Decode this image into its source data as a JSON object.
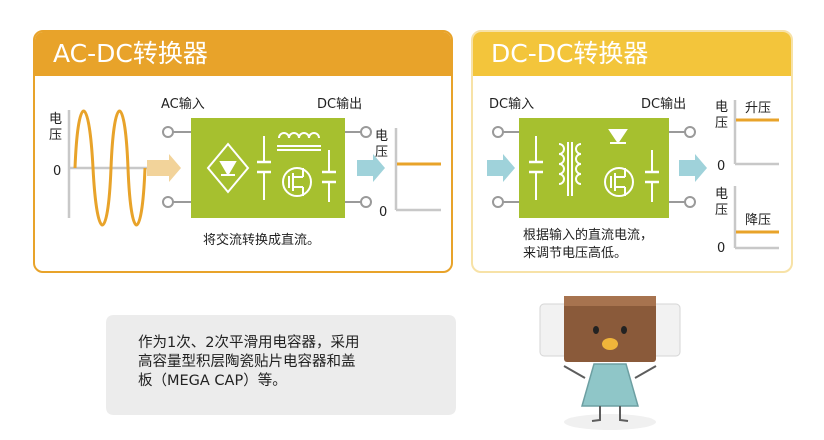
{
  "ac_panel": {
    "title": "AC-DC转换器",
    "input_label": "AC输入",
    "output_label": "DC输出",
    "left_axis": [
      "电",
      "压"
    ],
    "left_zero": "0",
    "right_axis": [
      "电",
      "压"
    ],
    "right_zero": "0",
    "caption": "将交流转换成直流。"
  },
  "dc_panel": {
    "title": "DC-DC转换器",
    "input_label": "DC输入",
    "output_label": "DC输出",
    "top_axis": [
      "电",
      "压"
    ],
    "top_zero": "0",
    "top_graph_label": "升压",
    "bottom_axis": [
      "电",
      "压"
    ],
    "bottom_zero": "0",
    "bottom_graph_label": "降压",
    "caption_lines": [
      "根据输入的直流电流，",
      "来调节电压高低。"
    ]
  },
  "note": {
    "lines": [
      "作为1次、2次平滑用电容器，采用",
      "高容量型积层陶瓷贴片电容器和盖",
      "板（MEGA CAP）等。"
    ]
  },
  "colors": {
    "ac_accent": "#e8a32a",
    "dc_accent": "#f3c53b",
    "circuit_green": "#a6c02f",
    "arrow_blue": "#9fd2da",
    "terminal_gray": "#9a9a9a"
  }
}
